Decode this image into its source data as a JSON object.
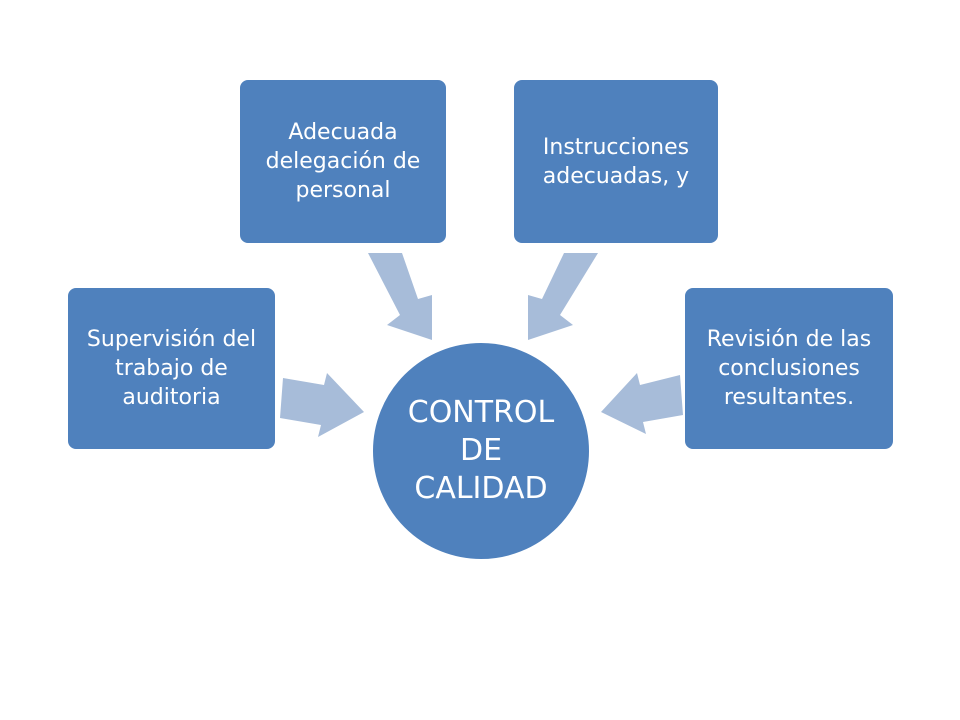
{
  "diagram": {
    "center": {
      "label": "CONTROL DE CALIDAD"
    },
    "nodes": [
      {
        "id": "supervision",
        "label": "Supervisión del trabajo de auditoria"
      },
      {
        "id": "delegacion",
        "label": "Adecuada delegación de personal"
      },
      {
        "id": "instrucciones",
        "label": "Instrucciones adecuadas, y"
      },
      {
        "id": "revision",
        "label": "Revisión de las conclusiones resultantes."
      }
    ],
    "colors": {
      "node_fill": "#4F81BD",
      "node_border": "#ffffff",
      "arrow_fill": "#A7BCD9",
      "background": "#ffffff"
    }
  }
}
